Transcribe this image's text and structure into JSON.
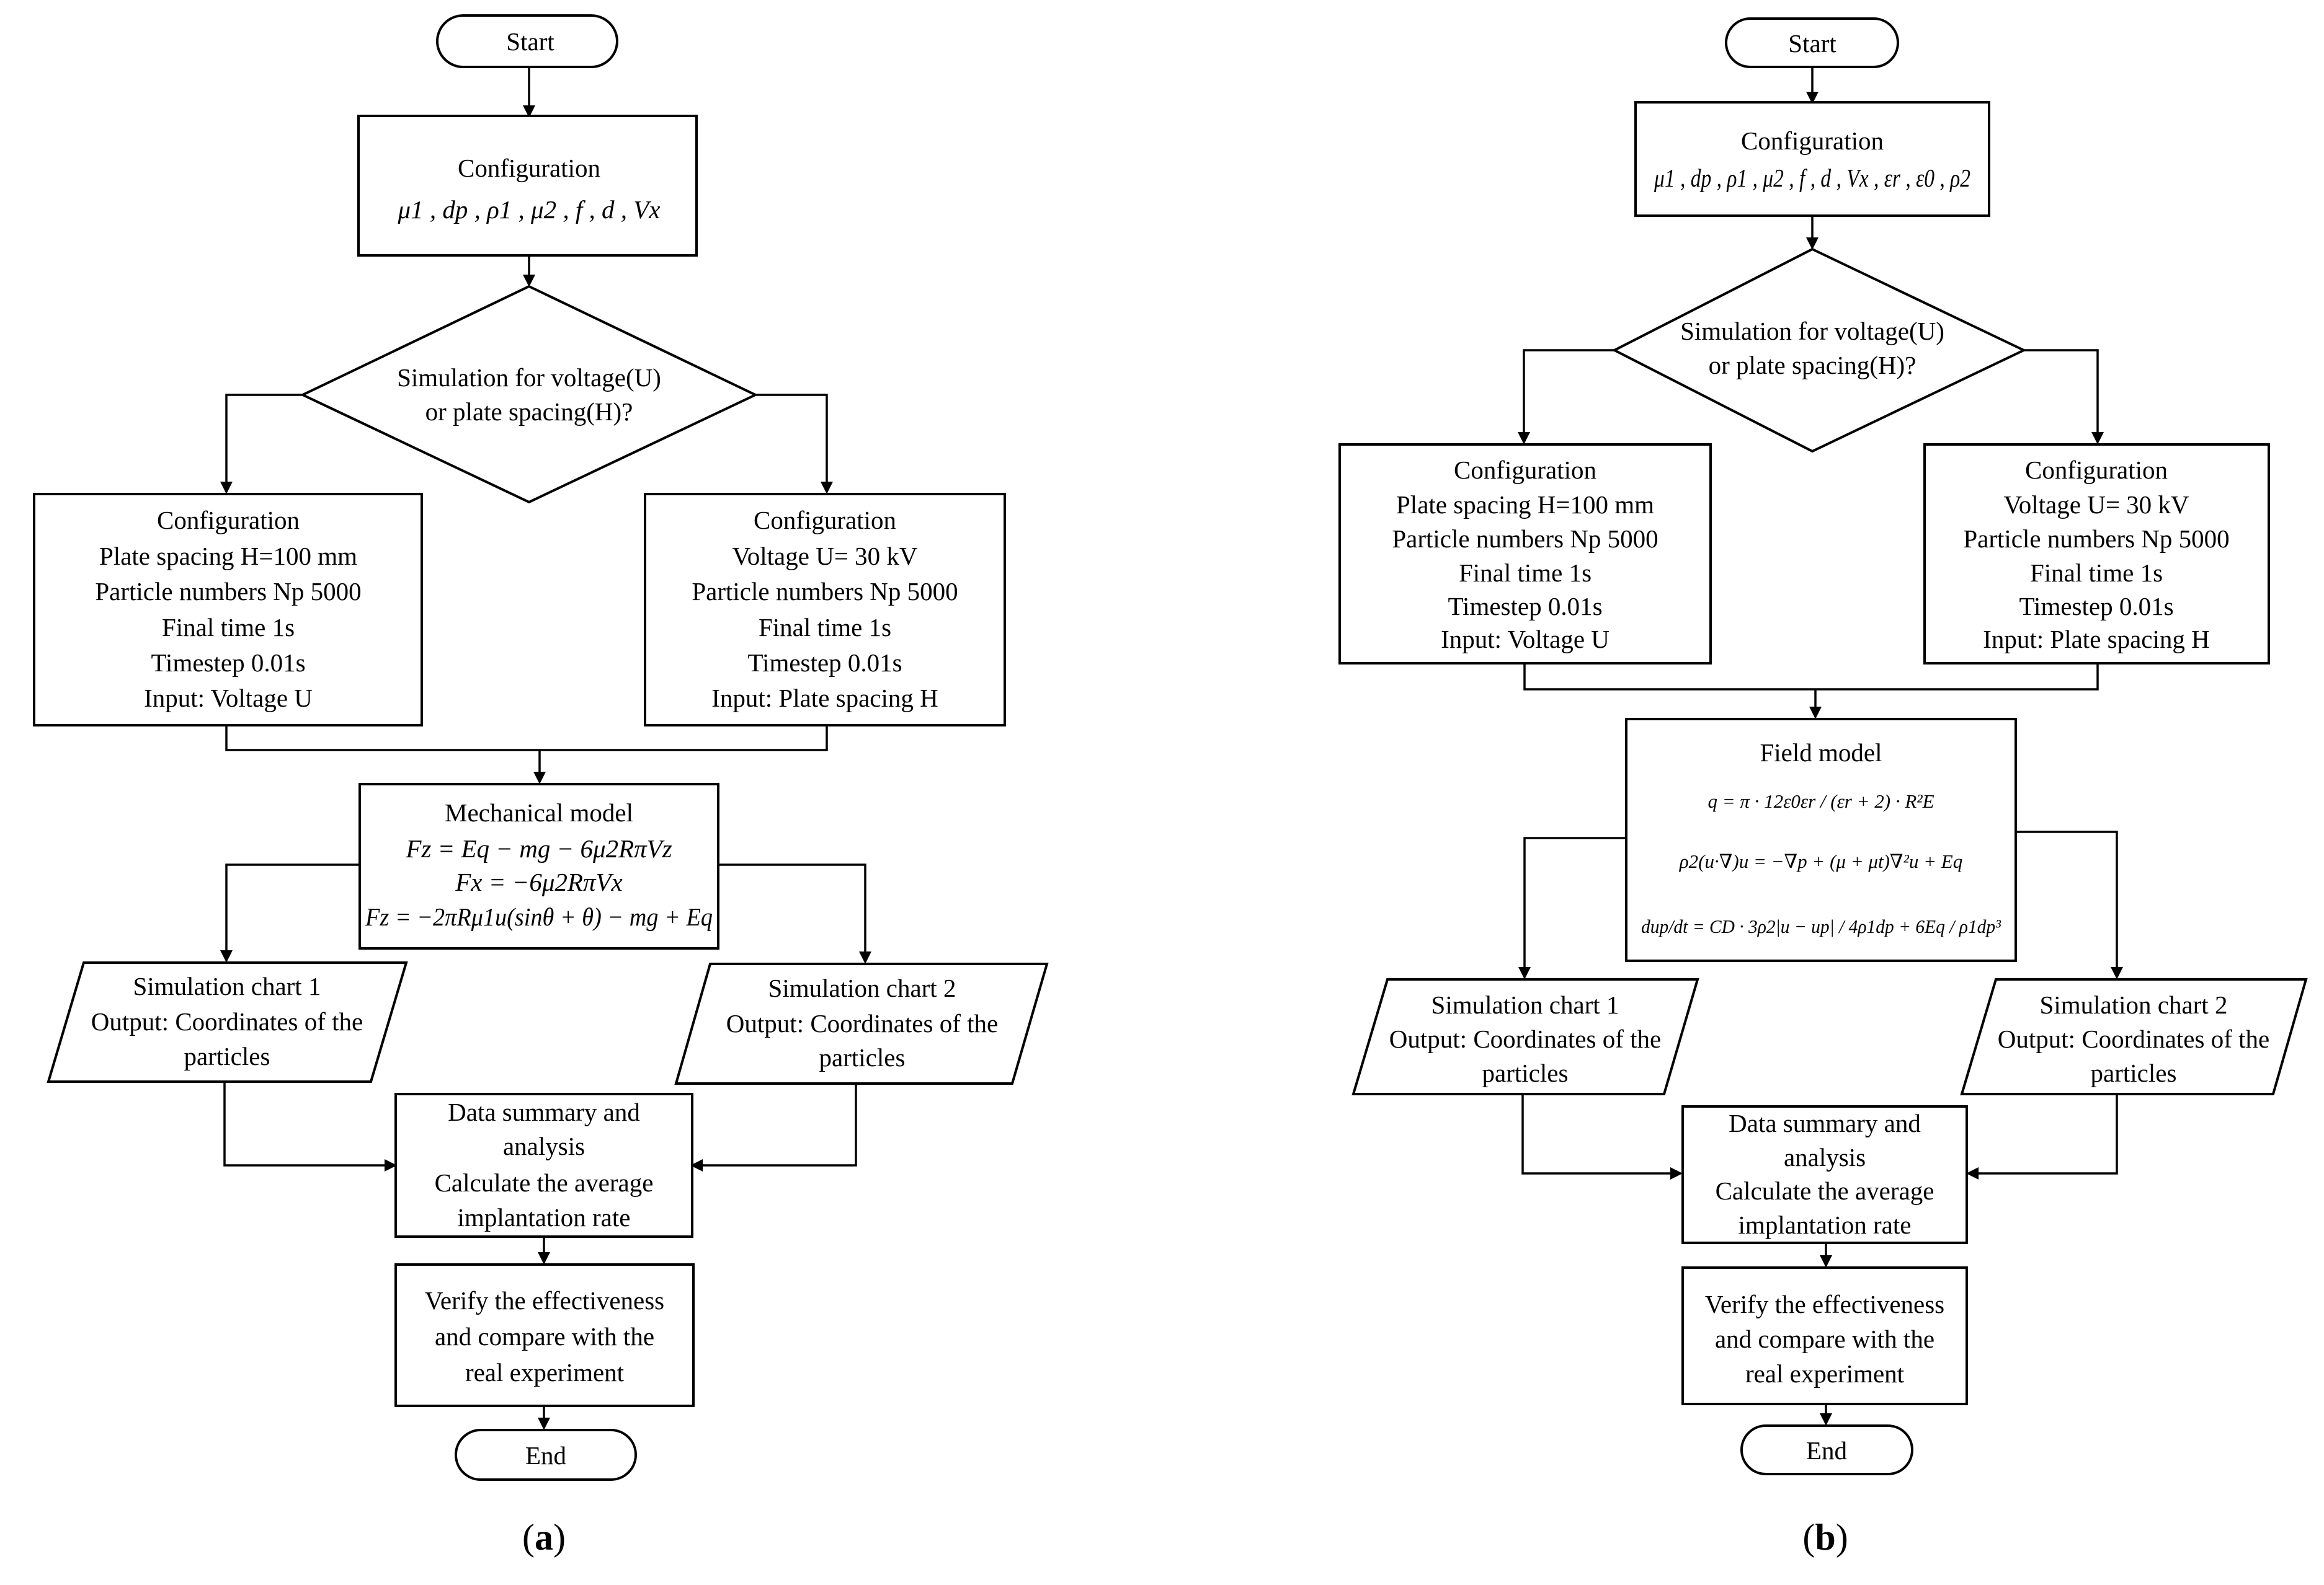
{
  "diagram_a": {
    "start": "Start",
    "config": [
      "Configuration",
      "μ1 , dp , ρ1 , μ2 , f , d , Vx"
    ],
    "decision": [
      "Simulation for voltage(U)",
      "or plate spacing(H)?"
    ],
    "config_left": [
      "Configuration",
      "Plate spacing H=100 mm",
      "Particle numbers Np 5000",
      "Final time 1s",
      "Timestep 0.01s",
      "Input: Voltage U"
    ],
    "config_right": [
      "Configuration",
      "Voltage U= 30 kV",
      "Particle numbers Np 5000",
      "Final time 1s",
      "Timestep 0.01s",
      "Input: Plate spacing H"
    ],
    "mechanical": [
      "Mechanical model",
      "Fz = Eq − mg − 6μ2RπVz",
      "Fx = −6μ2RπVx",
      "Fz = −2πRμ1u(sinθ + θ) − mg + Eq"
    ],
    "sim1": [
      "Simulation chart 1",
      "Output: Coordinates of the",
      "particles"
    ],
    "sim2": [
      "Simulation chart 2",
      "Output: Coordinates of the",
      "particles"
    ],
    "summary": [
      "Data summary and",
      "analysis",
      "Calculate the average",
      "implantation rate"
    ],
    "verify": [
      "Verify the effectiveness",
      "and compare with the",
      "real experiment"
    ],
    "end": "End",
    "caption_open": "(",
    "caption_letter": "a",
    "caption_close": ")"
  },
  "diagram_b": {
    "start": "Start",
    "config": [
      "Configuration",
      "μ1 , dp , ρ1 , μ2 , f , d , Vx , εr , ε0 , ρ2"
    ],
    "decision": [
      "Simulation for voltage(U)",
      "or plate spacing(H)?"
    ],
    "config_left": [
      "Configuration",
      "Plate spacing H=100 mm",
      "Particle numbers Np 5000",
      "Final time 1s",
      "Timestep 0.01s",
      "Input: Voltage U"
    ],
    "config_right": [
      "Configuration",
      "Voltage U= 30 kV",
      "Particle numbers Np 5000",
      "Final time 1s",
      "Timestep 0.01s",
      "Input: Plate spacing H"
    ],
    "field": [
      "Field model",
      "q = π · 12ε0εr / (εr + 2) · R²E",
      "ρ2(u·∇)u = −∇p + (μ + μt)∇²u + Eq",
      "dup/dt = CD · 3ρ2|u − up| / 4ρ1dp + 6Eq / ρ1dp³"
    ],
    "sim1": [
      "Simulation chart 1",
      "Output: Coordinates of the",
      "particles"
    ],
    "sim2": [
      "Simulation chart 2",
      "Output: Coordinates of the",
      "particles"
    ],
    "summary": [
      "Data summary and",
      "analysis",
      "Calculate the average",
      "implantation rate"
    ],
    "verify": [
      "Verify the effectiveness",
      "and compare with the",
      "real experiment"
    ],
    "end": "End",
    "caption_open": "(",
    "caption_letter": "b",
    "caption_close": ")"
  }
}
